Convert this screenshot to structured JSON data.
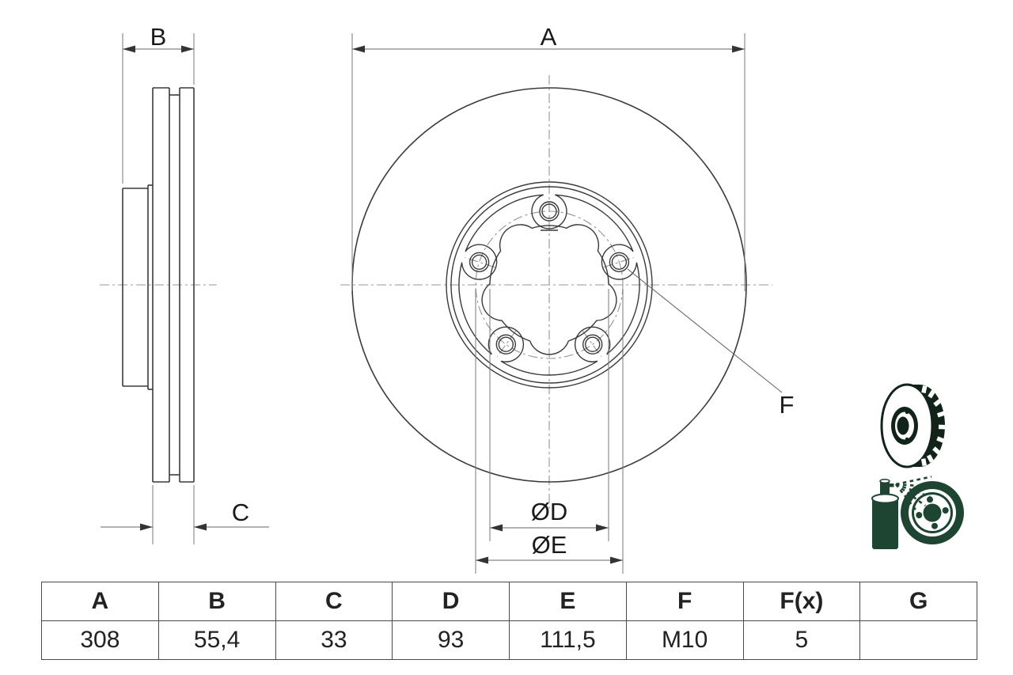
{
  "dimensions": {
    "labels": {
      "A": "A",
      "B": "B",
      "C": "C",
      "D": "ØD",
      "E": "ØE",
      "F": "F"
    }
  },
  "table": {
    "headers": [
      "A",
      "B",
      "C",
      "D",
      "E",
      "F",
      "F(x)",
      "G"
    ],
    "values": [
      "308",
      "55,4",
      "33",
      "93",
      "111,5",
      "M10",
      "5",
      ""
    ]
  },
  "icons": {
    "vented_disc": "vented-brake-disc-icon",
    "coated_disc": "spray-coated-disc-icon"
  },
  "colors": {
    "line": "#3a3a3a",
    "dim_line": "#666666",
    "extension_line": "#7a7a7a",
    "centerline": "#949494",
    "text": "#1a1a1a",
    "table_border": "#4a4a4a",
    "icon_dark": "#122419",
    "icon_green": "#1e4432",
    "background": "#ffffff"
  }
}
